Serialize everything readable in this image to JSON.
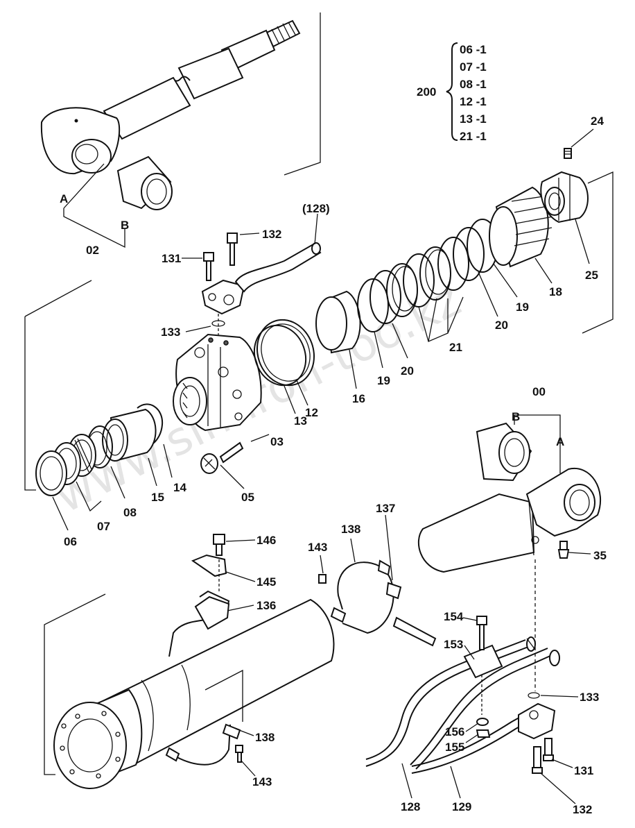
{
  "diagram": {
    "kit_label": "200",
    "kit_items": [
      "06 -1",
      "07 -1",
      "08 -1",
      "12 -1",
      "13 -1",
      "21 -1"
    ],
    "watermark": "www.sinhron-too.kz",
    "labels": {
      "p02": "02",
      "pA_top": "A",
      "pB_top": "B",
      "p128_paren": "(128)",
      "p132_top": "132",
      "p131_top": "131",
      "p133_top": "133",
      "p24": "24",
      "p25": "25",
      "p18": "18",
      "p19_r": "19",
      "p20_r": "20",
      "p21": "21",
      "p20_l": "20",
      "p19_l": "19",
      "p16": "16",
      "p12": "12",
      "p13": "13",
      "p03": "03",
      "p05": "05",
      "p14": "14",
      "p15": "15",
      "p08": "08",
      "p07": "07",
      "p06": "06",
      "p00": "00",
      "pB_bot": "B",
      "pA_bot": "A",
      "p35": "35",
      "p146": "146",
      "p145": "145",
      "p136": "136",
      "p143_top": "143",
      "p138_top": "138",
      "p137": "137",
      "p138_bot": "138",
      "p143_bot": "143",
      "p154": "154",
      "p153": "153",
      "p133_bot": "133",
      "p156": "156",
      "p155": "155",
      "p131_bot": "131",
      "p132_bot": "132",
      "p128": "128",
      "p129": "129"
    }
  }
}
